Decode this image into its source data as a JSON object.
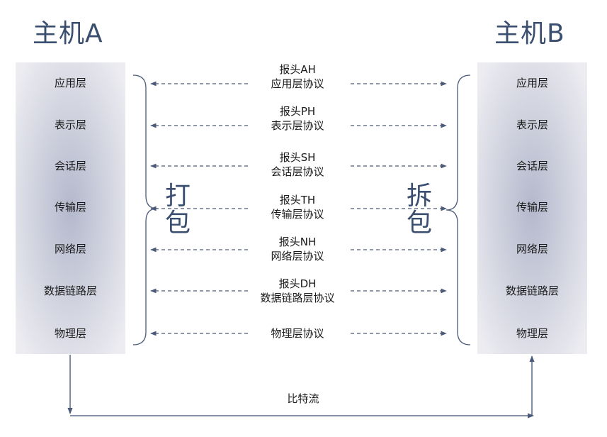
{
  "host_a": {
    "title": "主机A"
  },
  "host_b": {
    "title": "主机B"
  },
  "layers": [
    "应用层",
    "表示层",
    "会话层",
    "传输层",
    "网络层",
    "数据链路层",
    "物理层"
  ],
  "protocols": [
    {
      "header": "报头AH",
      "name": "应用层协议"
    },
    {
      "header": "报头PH",
      "name": "表示层协议"
    },
    {
      "header": "报头SH",
      "name": "会话层协议"
    },
    {
      "header": "报头TH",
      "name": "传输层协议"
    },
    {
      "header": "报头NH",
      "name": "网络层协议"
    },
    {
      "header": "报头DH",
      "name": "数据链路层协议"
    },
    {
      "header": "",
      "name": "物理层协议"
    }
  ],
  "pack_label": [
    "打",
    "包"
  ],
  "unpack_label": [
    "拆",
    "包"
  ],
  "bitstream_label": "比特流",
  "colors": {
    "title": "#3a4e70",
    "arrow": "#4a5a78",
    "stack_edge": "#e8e8ee",
    "stack_center": "#b4b8cc"
  }
}
